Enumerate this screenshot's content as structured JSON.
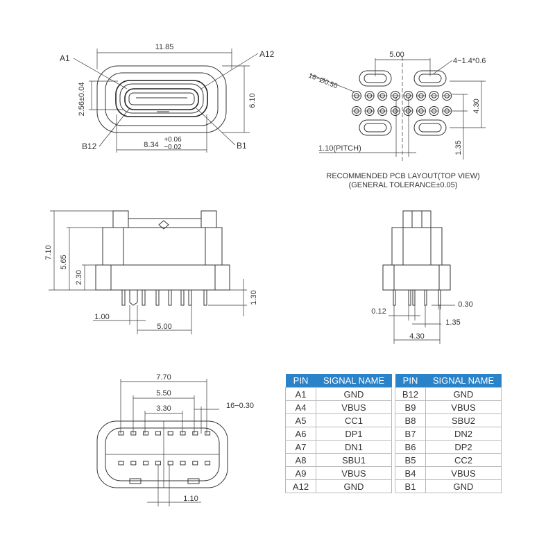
{
  "top_view": {
    "width_dim": "11.85",
    "height_dim": "6.10",
    "inner_height_dim": "2.56±0.04",
    "opening_dim": "8.34",
    "opening_tol_plus": "+0.06",
    "opening_tol_minus": "−0.02",
    "pin_a1": "A1",
    "pin_a12": "A12",
    "pin_b12": "B12",
    "pin_b1": "B1"
  },
  "pcb_layout": {
    "slot_spacing": "5.00",
    "slot_size": "4−1.4*0.6",
    "hole_spec": "16−Ø0.50",
    "row_span": "4.30",
    "row_offset": "1.35",
    "pitch": "1.10(PITCH)",
    "caption_line1": "RECOMMENDED PCB LAYOUT(TOP VIEW)",
    "caption_line2": "(GENERAL TOLERANCE±0.05)"
  },
  "front_view": {
    "total_height": "7.10",
    "body_height": "5.65",
    "flange_height": "2.30",
    "pin_length": "1.30",
    "pin_offset": "1.00",
    "leg_spacing": "5.00"
  },
  "side_view": {
    "pin_width": "0.12",
    "pin_thickness": "0.30",
    "pin_offset": "1.35",
    "leg_spacing": "4.30"
  },
  "bottom_view": {
    "outer_span": "7.70",
    "mid_span": "5.50",
    "inner_span": "3.30",
    "pad_spec": "16−0.30",
    "pitch": "1.10"
  },
  "pin_table": {
    "headers": [
      "PIN",
      "SIGNAL NAME",
      "PIN",
      "SIGNAL NAME"
    ],
    "rows": [
      [
        "A1",
        "GND",
        "B12",
        "GND"
      ],
      [
        "A4",
        "VBUS",
        "B9",
        "VBUS"
      ],
      [
        "A5",
        "CC1",
        "B8",
        "SBU2"
      ],
      [
        "A6",
        "DP1",
        "B7",
        "DN2"
      ],
      [
        "A7",
        "DN1",
        "B6",
        "DP2"
      ],
      [
        "A8",
        "SBU1",
        "B5",
        "CC2"
      ],
      [
        "A9",
        "VBUS",
        "B4",
        "VBUS"
      ],
      [
        "A12",
        "GND",
        "B1",
        "GND"
      ]
    ]
  },
  "colors": {
    "table_header": "#2a82c9",
    "line": "#333333"
  }
}
